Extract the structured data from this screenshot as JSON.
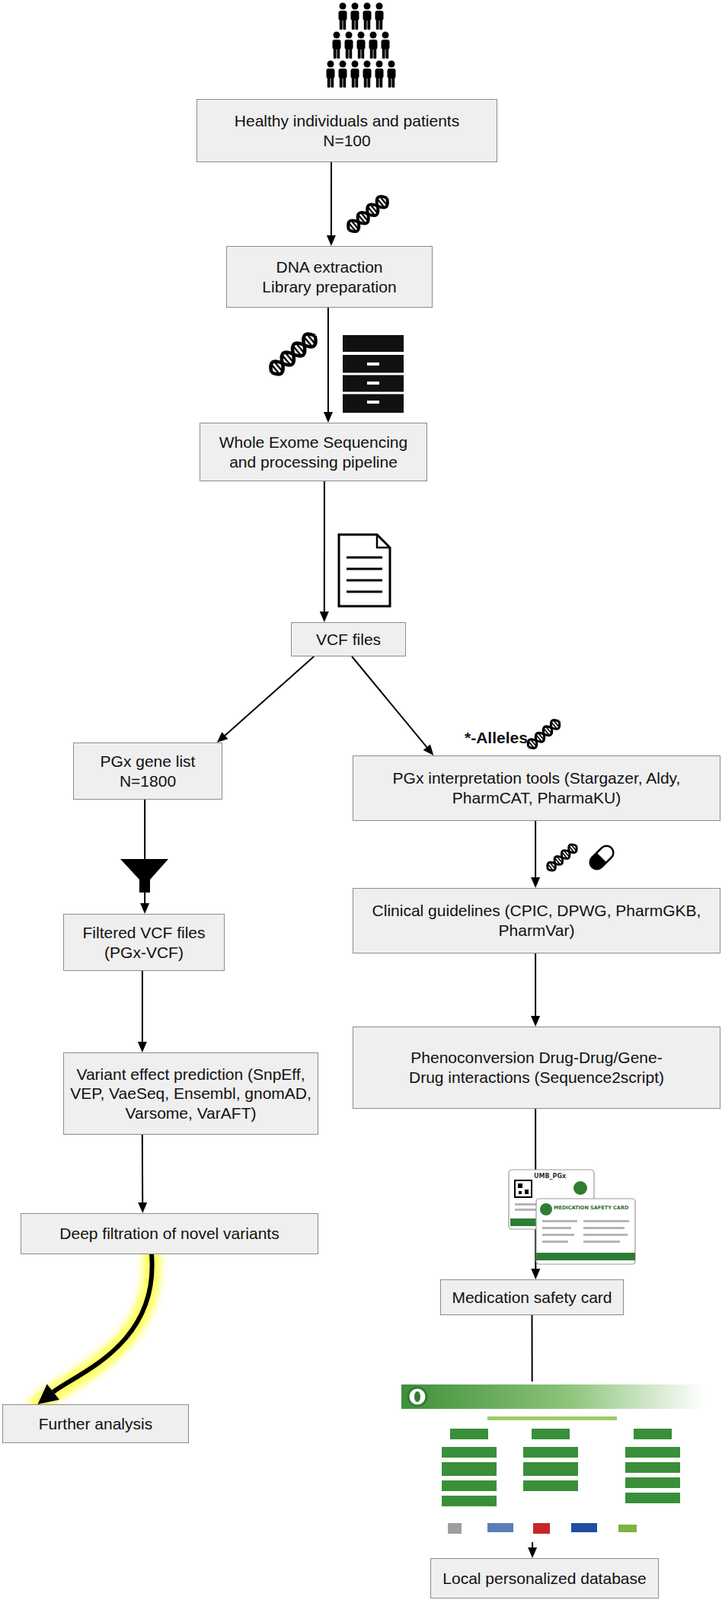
{
  "diagram": {
    "nodes": [
      {
        "text": [
          "Healthy individuals and patients N=100"
        ]
      },
      {
        "text": [
          "DNA extraction Library preparation"
        ]
      },
      {
        "text": [
          "Whole Exome Sequencing and processing pipeline"
        ]
      },
      {
        "text": [
          "VCF files"
        ]
      },
      {
        "text": [
          "PGx gene list N=1800"
        ]
      },
      {
        "text": [
          "Filtered VCF files (PGx-VCF)"
        ]
      },
      {
        "text": [
          "Variant effect prediction (SnpEff, VEP, VaeSeq, Ensembl, gnomAD, Varsome, VarAFT)"
        ]
      },
      {
        "text": [
          "Deep filtration of novel variants"
        ]
      },
      {
        "text": [
          "Further analysis"
        ]
      },
      {
        "text": [
          "*-Alleles",
          "PGx interpretation tools (Stargazer, Aldy, PharmCAT, PharmaKU)"
        ]
      },
      {
        "text": [
          "Clinical guidelines (CPIC, DPWG, PharmGKB, PharmVar)"
        ]
      },
      {
        "text": [
          "Phenoconversion Drug-Drug/Gene-Drug interactions (Sequence2script)"
        ]
      },
      {
        "text": [
          "Medication safety card"
        ]
      },
      {
        "text": [
          "Local personalized database"
        ]
      }
    ],
    "edges": [
      {
        "from": 0,
        "to": 1,
        "arrow": "to"
      },
      {
        "from": 1,
        "to": 2,
        "arrow": "to"
      },
      {
        "from": 2,
        "to": 3,
        "arrow": "to"
      },
      {
        "from": 3,
        "to": 4,
        "arrow": "to"
      },
      {
        "from": 3,
        "to": 9,
        "arrow": "to"
      },
      {
        "from": 4,
        "to": 5,
        "arrow": "to"
      },
      {
        "from": 5,
        "to": 6,
        "arrow": "to"
      },
      {
        "from": 6,
        "to": 7,
        "arrow": "to"
      },
      {
        "from": 7,
        "to": 8,
        "arrow": "to"
      },
      {
        "from": 9,
        "to": 10,
        "arrow": "to"
      },
      {
        "from": 10,
        "to": 11,
        "arrow": "to"
      },
      {
        "from": 11,
        "to": 12,
        "arrow": "to"
      },
      {
        "from": 12,
        "to": 13,
        "arrow": "to"
      }
    ],
    "labels": [
      "UMB_PGx",
      "MEDICATION SAFETY CARD"
    ]
  }
}
